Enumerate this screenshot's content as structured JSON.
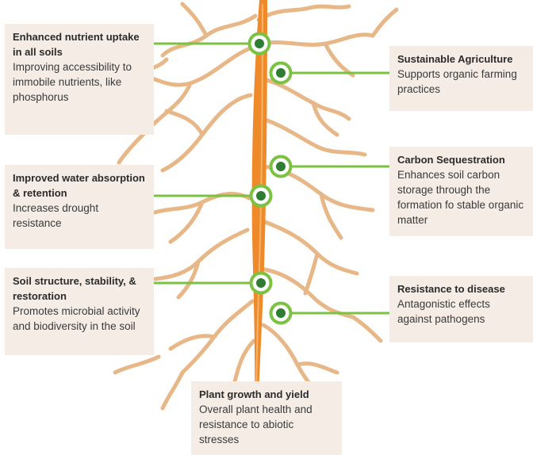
{
  "benefits": [
    {
      "title": "Enhanced nutrient uptake in all soils",
      "desc": "Improving accessibility to immobile nutrients, like phosphorus"
    },
    {
      "title": "Improved water absorption & retention",
      "desc": "Increases drought resistance"
    },
    {
      "title": "Soil structure, stability, & restoration",
      "desc": "Promotes microbial activity and biodiversity in the soil"
    },
    {
      "title": "Sustainable Agriculture",
      "desc": "Supports organic farming practices"
    },
    {
      "title": "Carbon Sequestration",
      "desc": "Enhances soil carbon storage through the formation fo stable organic matter"
    },
    {
      "title": "Resistance to disease",
      "desc": "Antagonistic effects against pathogens"
    },
    {
      "title": "Plant growth and yield",
      "desc": "Overall plant health and resistance to abiotic stresses"
    }
  ],
  "colors": {
    "root": "#e8b787",
    "taproot": "#ee8a2a",
    "connector": "#7cc242",
    "node_center": "#2e7d32",
    "box_bg": "#f4ece5"
  }
}
